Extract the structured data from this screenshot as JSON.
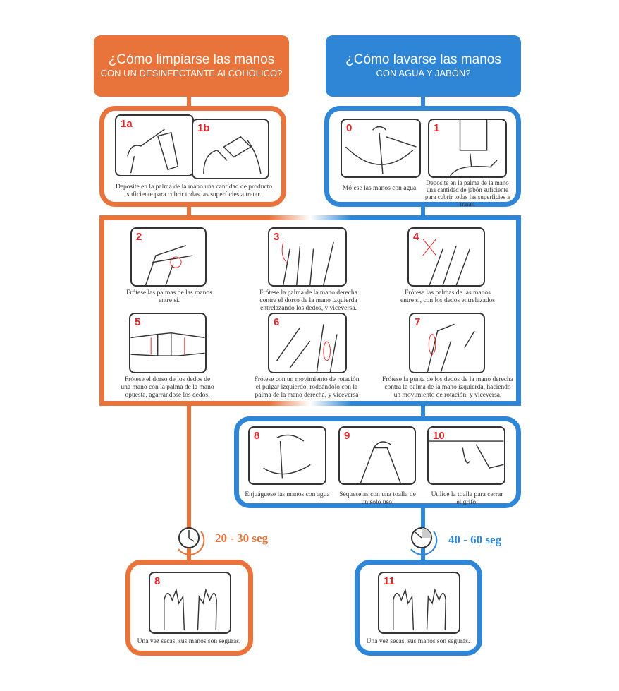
{
  "colors": {
    "orange": "#e8743b",
    "blue": "#2f86d6",
    "step_number": "#e0262a"
  },
  "left_header": {
    "title": "¿Cómo limpiarse las manos",
    "subtitle": "CON UN DESINFECTANTE ALCOHÓLICO?"
  },
  "right_header": {
    "title": "¿Cómo lavarse las manos",
    "subtitle": "CON AGUA Y JABÓN?"
  },
  "steps": {
    "s1a": {
      "num": "1a"
    },
    "s1b": {
      "num": "1b"
    },
    "s1ab_caption": "Deposite en la palma de la mano una cantidad de producto suficiente para cubrir todas las superficies a tratar.",
    "s0": {
      "num": "0",
      "caption": "Mójese las manos con agua"
    },
    "s1": {
      "num": "1",
      "caption": "Deposite en la palma de la mano una cantidad de jabón suficiente para cubrir todas las superficies a tratar."
    },
    "s2": {
      "num": "2",
      "caption": "Frótese las palmas de las manos entre sí."
    },
    "s3": {
      "num": "3",
      "caption": "Frótese la palma de la mano derecha contra el dorso de la mano izquierda entrelazando los dedos, y viceversa."
    },
    "s4": {
      "num": "4",
      "caption": "Frótese las palmas de las manos entre sí, con los dedos entrelazados"
    },
    "s5": {
      "num": "5",
      "caption": "Frótese el dorso de los dedos de una mano con la palma de la mano opuesta, agarrándose los dedos."
    },
    "s6": {
      "num": "6",
      "caption": "Frótese con un movimiento de rotación el pulgar izquierdo, rodeándolo con la palma de la mano derecha, y viceversa"
    },
    "s7": {
      "num": "7",
      "caption": "Frótese la punta de los dedos de la mano derecha contra la palma de la mano izquierda, haciendo un movimiento de rotación, y viceversa."
    },
    "s8": {
      "num": "8",
      "caption": "Enjuáguese las manos con agua"
    },
    "s9": {
      "num": "9",
      "caption": "Séqueselas con una toalla de un solo uso."
    },
    "s10": {
      "num": "10",
      "caption": "Utilice la toalla para cerrar el grifo."
    },
    "s8a": {
      "num": "8",
      "caption": "Una vez secas, sus manos son seguras."
    },
    "s11": {
      "num": "11",
      "caption": "Una vez secas, sus manos son seguras."
    }
  },
  "timers": {
    "alcohol": "20 - 30 seg",
    "soap": "40 - 60 seg"
  }
}
